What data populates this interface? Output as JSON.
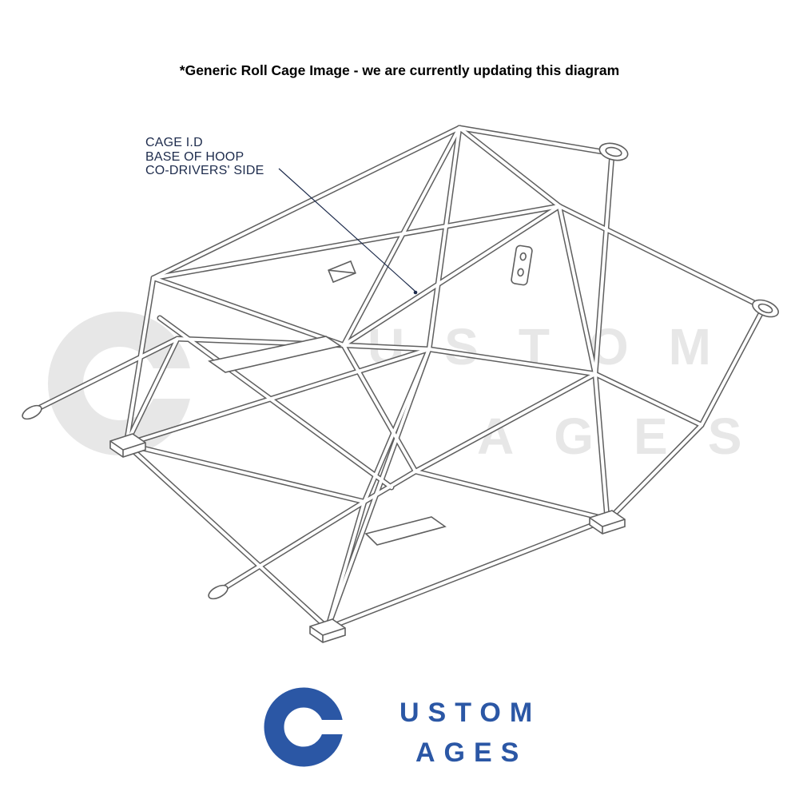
{
  "header": {
    "disclaimer": "*Generic Roll Cage Image - we are currently updating this diagram"
  },
  "callout": {
    "line1": "CAGE I.D",
    "line2": "BASE OF HOOP",
    "line3": "CO-DRIVERS' SIDE",
    "color": "#1d2b4c"
  },
  "watermark": {
    "big_letter": "C",
    "top_text": "USTOM",
    "bottom_text": "AGES",
    "color": "#e7e7e7"
  },
  "logo": {
    "big_letter": "C",
    "top_text": "USTOM",
    "bottom_text": "AGES",
    "color": "#2b57a5"
  },
  "diagram": {
    "name": "generic-roll-cage-line-drawing",
    "line_color": "#5f5f5f"
  }
}
